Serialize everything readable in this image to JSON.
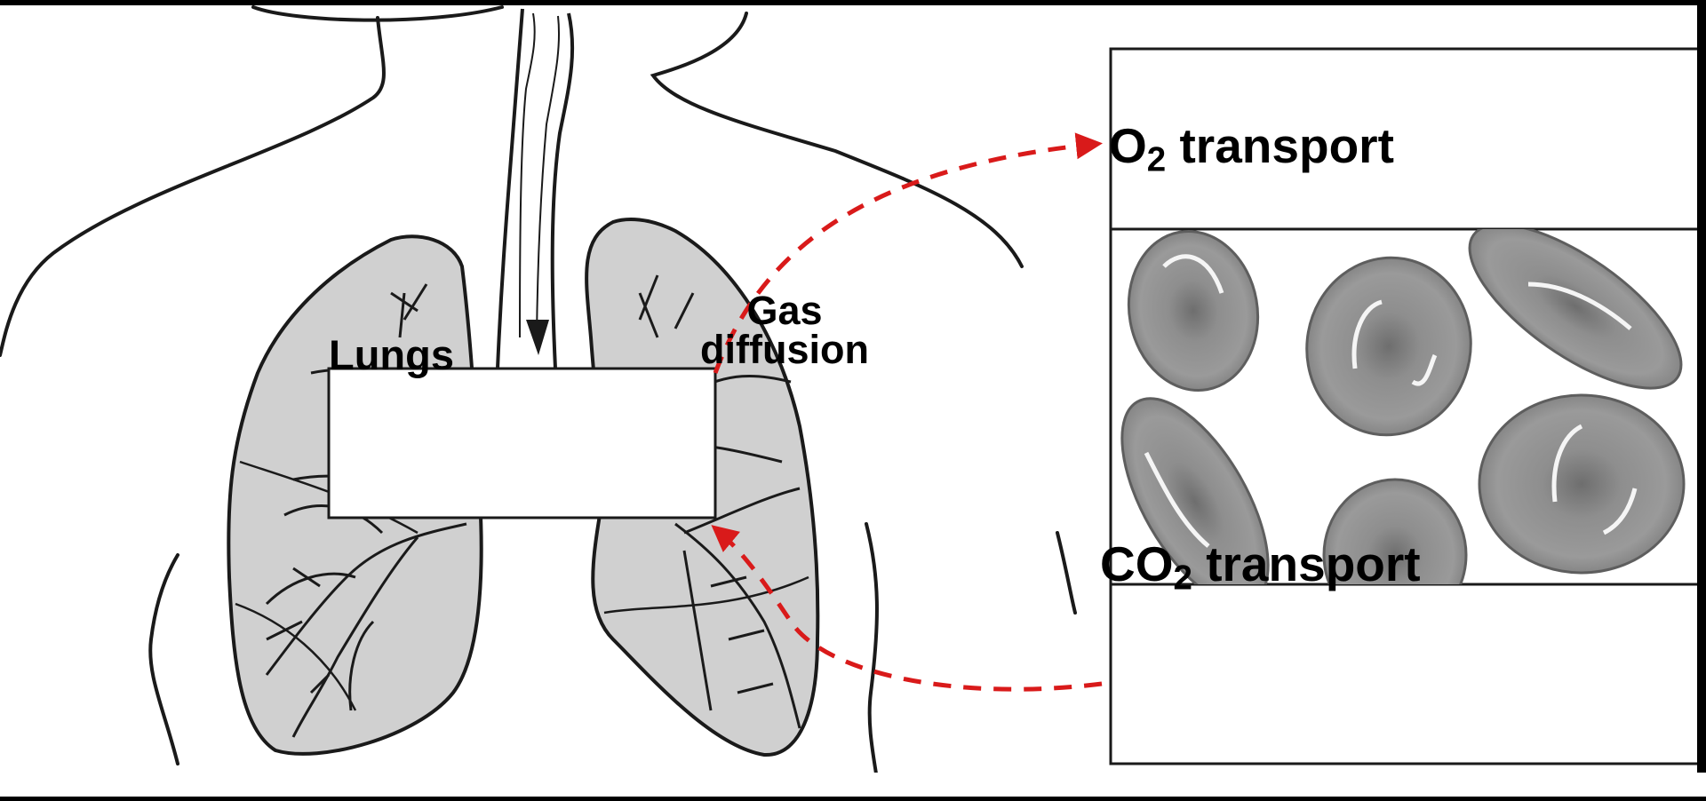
{
  "labels": {
    "lungs": "Lungs",
    "gas_diffusion_line1": "Gas",
    "gas_diffusion_line2": "diffusion",
    "o2_prefix": "O",
    "o2_sub": "2",
    "o2_suffix": " transport",
    "co2_prefix": "CO",
    "co2_sub": "2",
    "co2_suffix": " transport"
  },
  "colors": {
    "background": "#000000",
    "arrow": "#d91a1a",
    "lung_fill": "#d0d0d0",
    "cell_fill": "#8a8a8a",
    "panel_fill": "#ffffff",
    "outline": "#1a1a1a"
  }
}
